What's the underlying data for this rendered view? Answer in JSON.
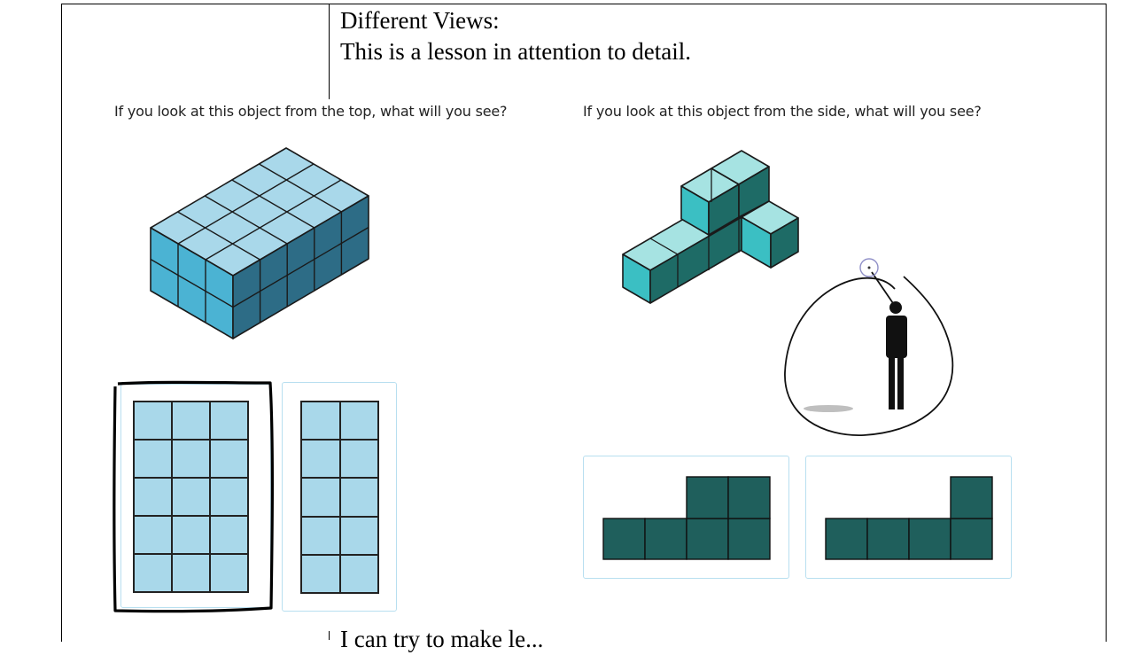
{
  "document": {
    "title": "Different Views:",
    "subtitle": "This is a lesson in attention to detail.",
    "footer": "I can try to make le..."
  },
  "questions": {
    "top": "If you look at this object from the top, what will you see?",
    "side": "If you look at this object from the side, what will you see?"
  },
  "colors": {
    "light_cube_top": "#a9d8ea",
    "light_cube_front": "#4bb3d3",
    "light_cube_side": "#2d6c86",
    "teal_top": "#a6e3e2",
    "teal_front": "#3bbfc3",
    "teal_side": "#1e6b66",
    "answer_block": "#1f5f5c",
    "choice_border": "#b8dff0"
  },
  "answers": {
    "top_view_a": {
      "rows": 5,
      "cols": 3,
      "selected": true
    },
    "top_view_b": {
      "rows": 5,
      "cols": 2,
      "selected": false
    },
    "side_view_a": {
      "columns": [
        1,
        1,
        2,
        2
      ]
    },
    "side_view_b": {
      "columns": [
        1,
        1,
        1,
        2
      ]
    }
  }
}
